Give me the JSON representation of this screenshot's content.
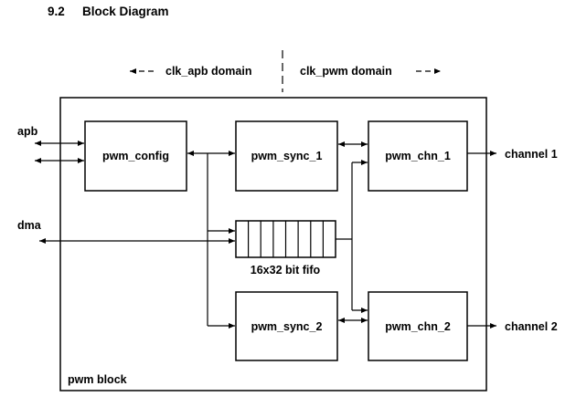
{
  "heading": {
    "number": "9.2",
    "title": "Block Diagram"
  },
  "domains": {
    "left": "clk_apb domain",
    "right": "clk_pwm domain"
  },
  "outer_block": {
    "label": "pwm block"
  },
  "blocks": {
    "pwm_config": "pwm_config",
    "pwm_sync_1": "pwm_sync_1",
    "pwm_sync_2": "pwm_sync_2",
    "pwm_chn_1": "pwm_chn_1",
    "pwm_chn_2": "pwm_chn_2",
    "fifo": "16x32 bit fifo"
  },
  "ports": {
    "apb": "apb",
    "dma": "dma",
    "channel_1": "channel 1",
    "channel_2": "channel 2"
  }
}
